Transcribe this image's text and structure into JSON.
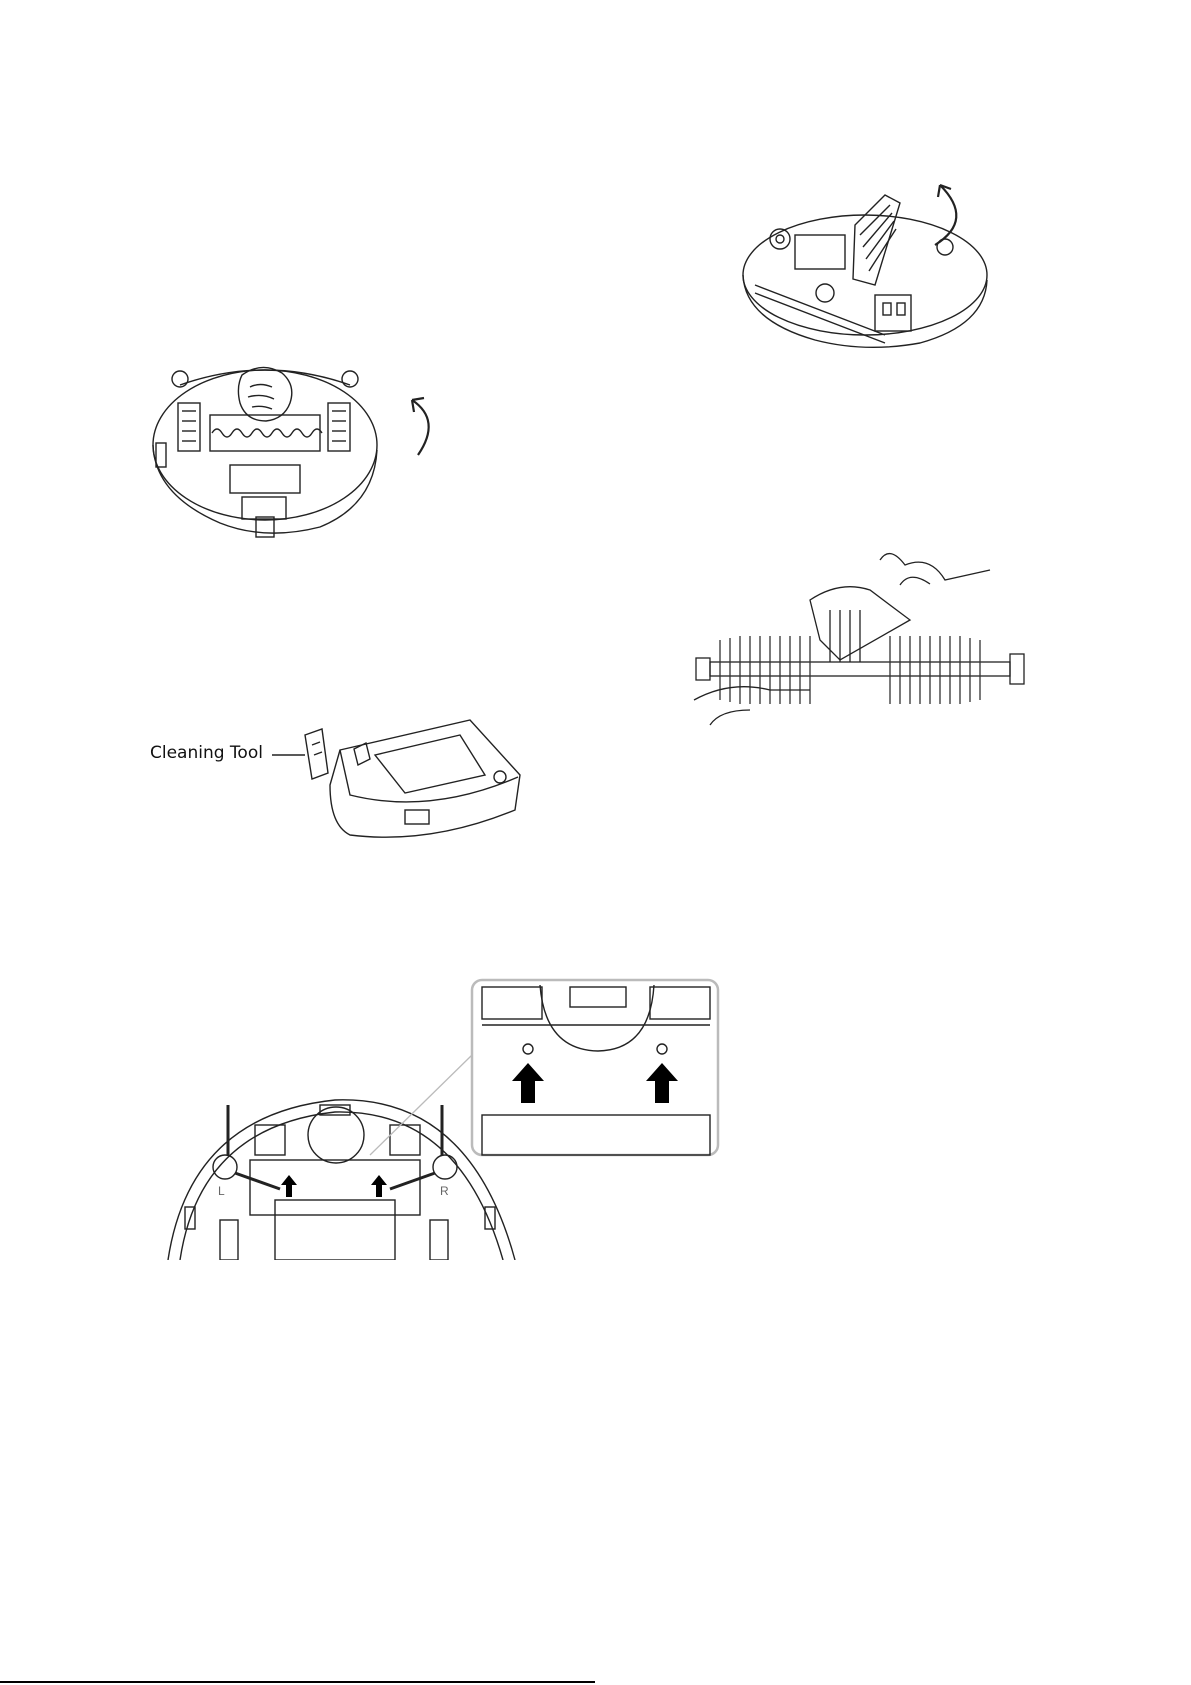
{
  "page": {
    "figures": [
      {
        "id": "brush-removal-bottom-view"
      },
      {
        "id": "brush-cover-open-view"
      },
      {
        "id": "dustbin-with-cleaning-tool"
      },
      {
        "id": "roller-brush-cleaning"
      },
      {
        "id": "side-brush-screws"
      }
    ]
  },
  "labels": {
    "cleaning_tool": "Cleaning Tool",
    "wheel_left": "L",
    "wheel_right": "R"
  },
  "icons": {
    "rotate_arrow": "curved-arrow-icon",
    "up_arrow": "up-arrow-icon"
  },
  "colors": {
    "line": "#222222",
    "light_line": "#888888",
    "arrow_fill": "#000000",
    "callout_border": "#bbbbbb"
  }
}
